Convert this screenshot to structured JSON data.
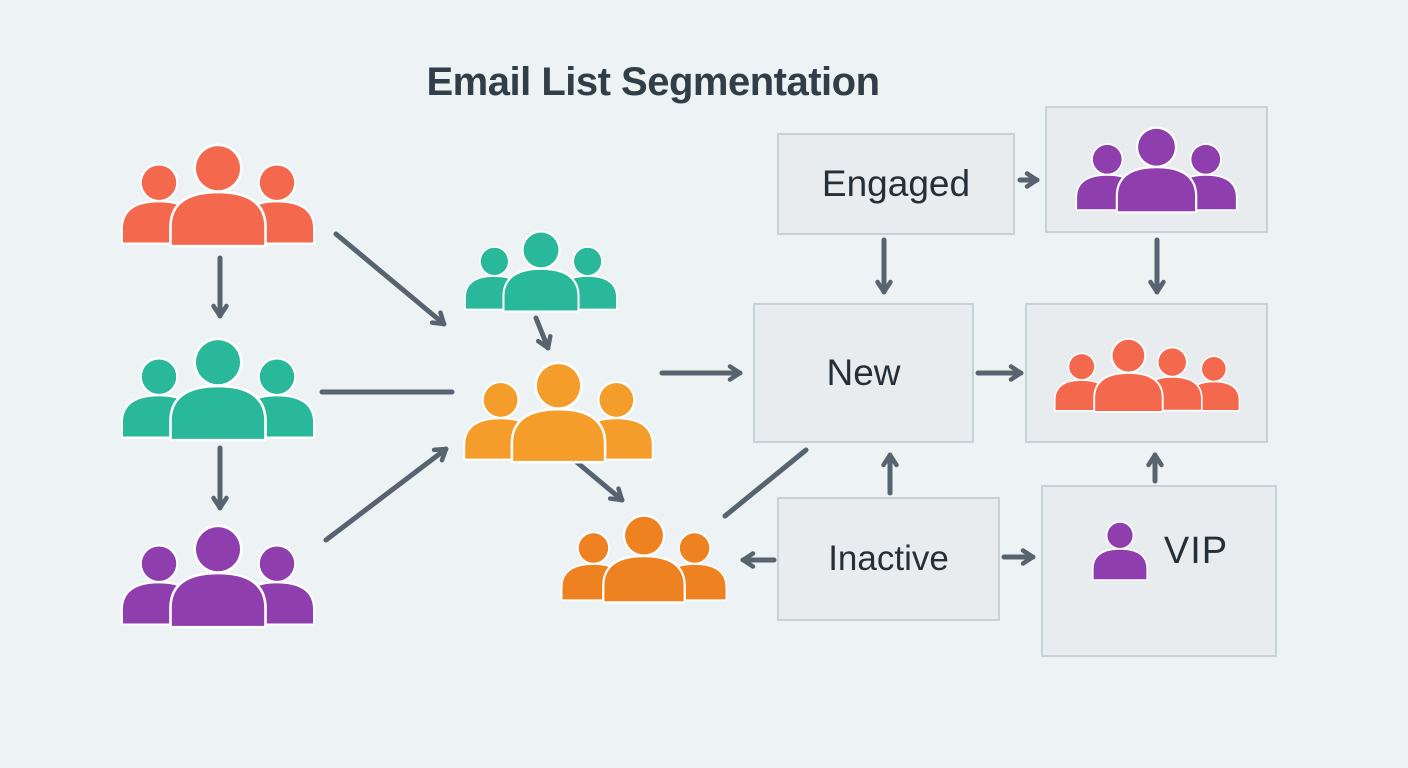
{
  "title": "Email List Segmentation",
  "nodes": {
    "engaged": {
      "label": "Engaged"
    },
    "new": {
      "label": "New"
    },
    "inactive": {
      "label": "Inactive"
    },
    "vip": {
      "label": "VIP"
    }
  },
  "colors": {
    "background": "#edf2f4",
    "box_fill": "#e8ecee",
    "box_border": "#c7d1d8",
    "arrow": "#57636f",
    "coral": "#f4694e",
    "teal": "#29b99a",
    "purple": "#8e3fad",
    "orange": "#f59d2b",
    "dark_orange": "#ee8220",
    "title_text": "#313d47",
    "label_text": "#242f38"
  },
  "icons": {
    "coral_group": "coral-people-group-icon",
    "teal_group": "teal-people-group-icon",
    "purple_group": "purple-people-group-icon",
    "orange_group": "orange-people-group-icon",
    "dark_orange_group": "dark-orange-people-group-icon",
    "coral_group_of_four": "coral-people-group-of-four-icon",
    "vip_person": "purple-single-person-icon"
  },
  "people_groups": [
    {
      "id": "top-left",
      "color": "coral",
      "people": 3
    },
    {
      "id": "middle-left",
      "color": "teal",
      "people": 3
    },
    {
      "id": "bottom-left",
      "color": "purple",
      "people": 3
    },
    {
      "id": "center-top",
      "color": "teal",
      "people": 3
    },
    {
      "id": "center",
      "color": "orange",
      "people": 3
    },
    {
      "id": "center-bottom",
      "color": "dark_orange",
      "people": 3
    },
    {
      "id": "engaged-result",
      "color": "purple",
      "people": 3
    },
    {
      "id": "new-result",
      "color": "coral",
      "people": 4
    },
    {
      "id": "vip-member",
      "color": "purple",
      "people": 1
    }
  ]
}
